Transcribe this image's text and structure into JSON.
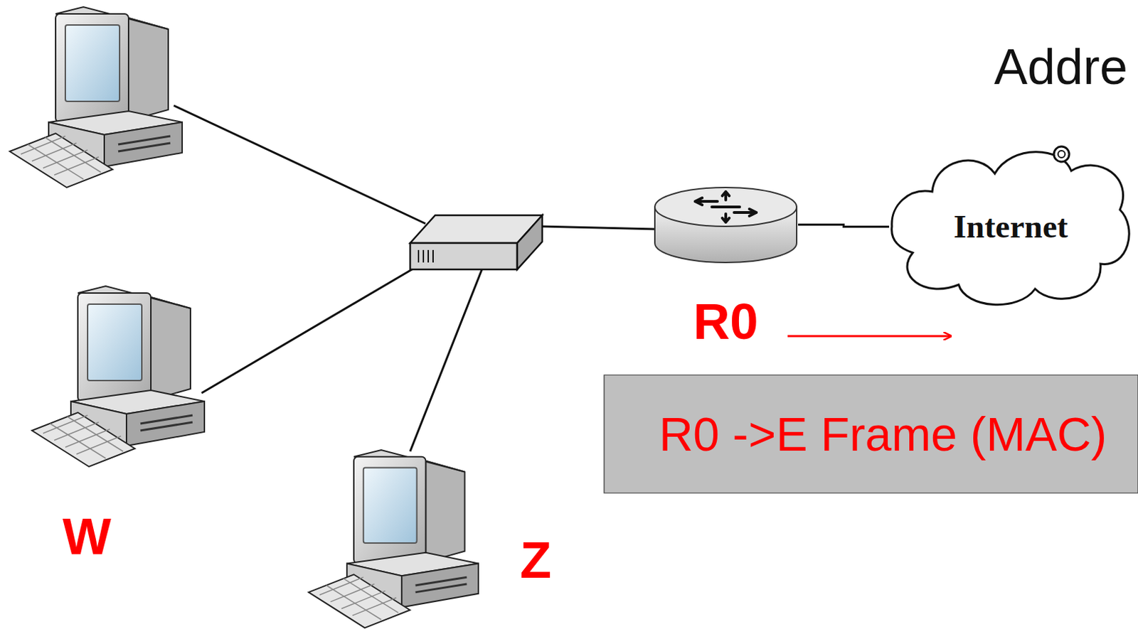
{
  "diagram": {
    "nodes": [
      {
        "text": [
          "R0"
        ]
      },
      {
        "text": [
          "Internet"
        ]
      },
      {
        "text": [
          "R0 ->E Frame (MAC)"
        ]
      }
    ],
    "edges": [
      {
        "from": 0,
        "to": 1,
        "arrow": "none"
      }
    ],
    "labels": [
      "Addre",
      "W",
      "Z"
    ]
  }
}
